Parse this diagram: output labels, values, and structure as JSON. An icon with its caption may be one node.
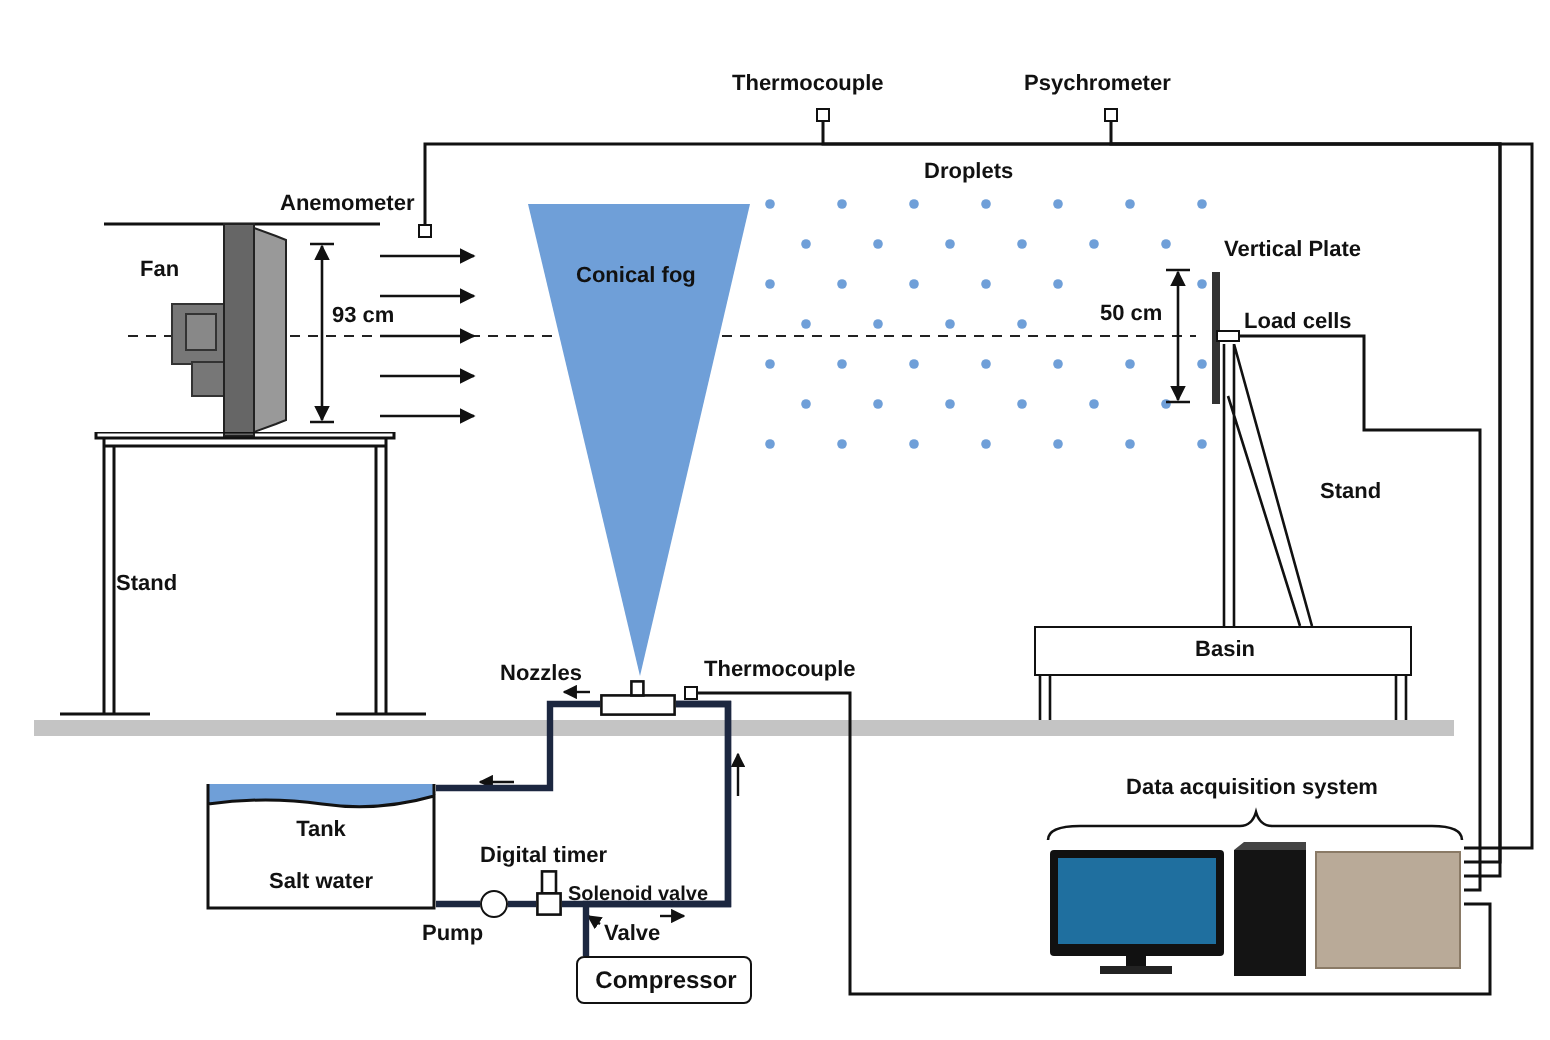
{
  "diagram": {
    "nodes": [
      {
        "text": [],
        "shape": "box",
        "beside": [
          "Thermocouple"
        ]
      },
      {
        "text": [],
        "shape": "box",
        "beside": [
          "Psychrometer"
        ]
      },
      {
        "text": [],
        "shape": "box",
        "beside": [
          "Anemometer"
        ]
      },
      {
        "text": [
          "Conical fog"
        ]
      },
      {
        "text": [
          "Stand"
        ]
      },
      {
        "text": [],
        "shape": "box",
        "beside": [
          "Load cells"
        ]
      },
      {
        "text": [
          "Basin"
        ]
      },
      {
        "text": [],
        "shape": "box"
      },
      {
        "text": [],
        "shape": "box",
        "beside": [
          "Thermocouple"
        ]
      },
      {
        "text": [
          "Tank",
          "Salt water"
        ]
      },
      {
        "text": [],
        "shape": "circle",
        "beside": [
          "Pump"
        ]
      },
      {
        "text": [],
        "shape": "box",
        "beside": [
          "Digital timer",
          "Solenoid valve"
        ]
      },
      {
        "text": [
          "Compressor"
        ]
      },
      {
        "text": [
          "Data acquisition system"
        ]
      },
      {
        "text": [],
        "shape": "bar",
        "beside": [
          "Stand"
        ]
      }
    ],
    "edges": [
      {
        "from": 2,
        "to": 13,
        "arrow": "none"
      },
      {
        "from": 0,
        "to": 13,
        "arrow": "none"
      },
      {
        "from": 1,
        "to": 13,
        "arrow": "none"
      },
      {
        "from": 5,
        "to": 13,
        "arrow": "none"
      },
      {
        "from": 8,
        "to": 13,
        "arrow": "none"
      },
      {
        "from": 9,
        "to": 10,
        "arrow": "none",
        "style": "thick"
      },
      {
        "from": 10,
        "to": 11,
        "arrow": "none",
        "style": "thick"
      },
      {
        "from": 11,
        "to": 7,
        "arrow": "none",
        "style": "thick"
      },
      {
        "from": 7,
        "to": 9,
        "arrow": "none",
        "style": "thick"
      },
      {
        "from": 12,
        "to": 7,
        "arrow": "none",
        "style": "thick"
      }
    ],
    "labels": [
      "Droplets",
      "Fan",
      "93 cm",
      "Vertical Plate",
      "50 cm",
      "Nozzles",
      "Valve"
    ]
  }
}
